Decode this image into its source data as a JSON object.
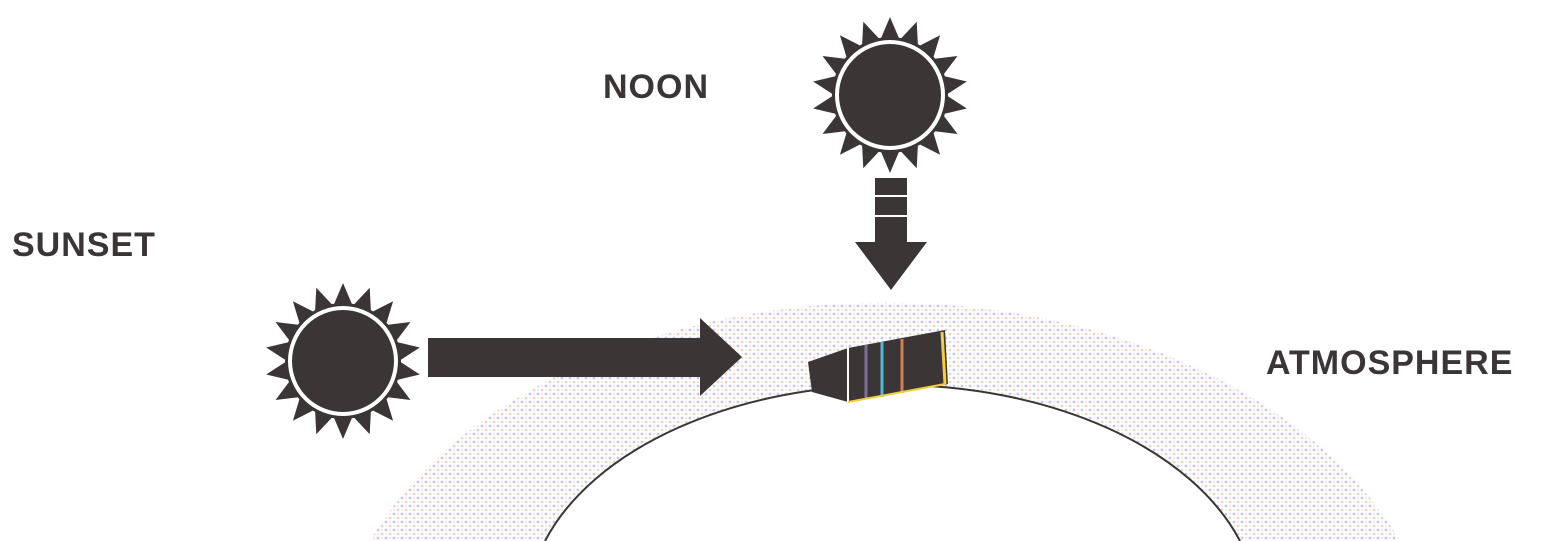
{
  "labels": {
    "noon": "NOON",
    "sunset": "SUNSET",
    "atmosphere": "ATMOSPHERE"
  },
  "colors": {
    "ink": "#3b3536",
    "background": "#ffffff",
    "atmosphere_dot_a": "#c9c4ec",
    "atmosphere_dot_b": "#f1d3b8",
    "sun_ring": "#ffffff"
  },
  "icons": {
    "noon_sun": "sun-icon",
    "sunset_sun": "sun-icon",
    "noon_arrow": "arrow-down-icon",
    "sunset_arrow": "arrow-right-icon",
    "observer": "spectrum-block-icon"
  }
}
